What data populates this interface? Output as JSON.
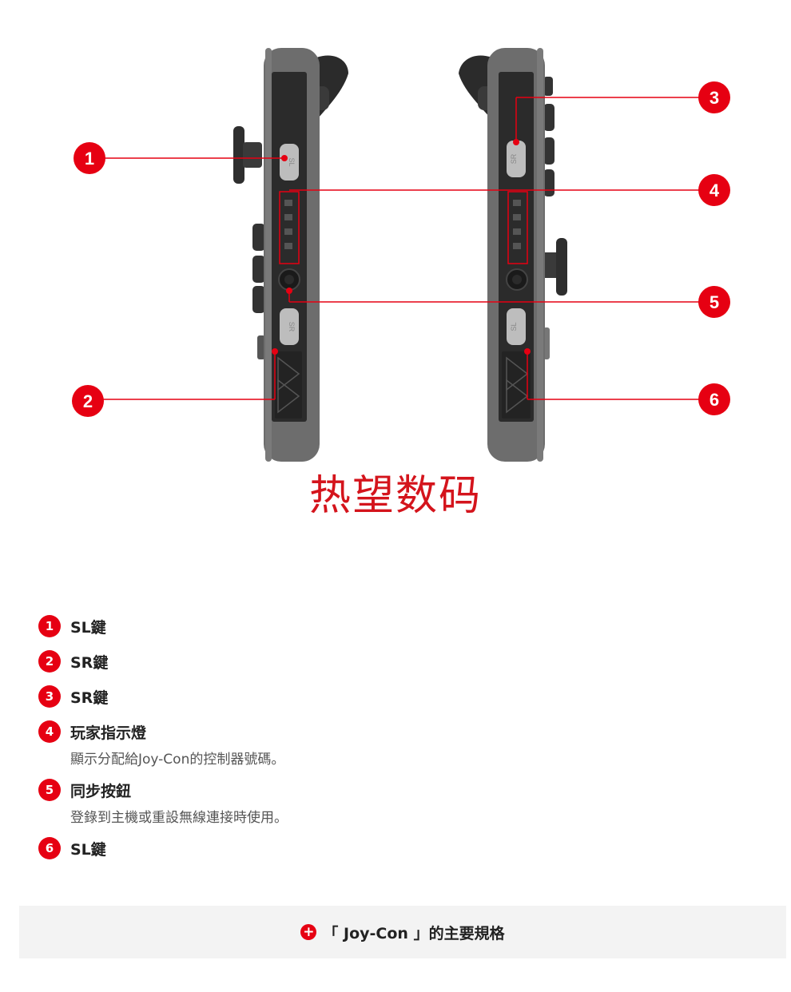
{
  "figure": {
    "callouts": [
      "1",
      "2",
      "3",
      "4",
      "5",
      "6"
    ],
    "button_labels": {
      "left_top": "SL",
      "left_bottom": "SR",
      "right_top": "SR",
      "right_bottom": "SL"
    },
    "watermark": "热望数码",
    "colors": {
      "accent": "#e60012",
      "controller_body": "#6d6d6d",
      "rail": "#2b2b2b",
      "button": "#bdbdbd"
    }
  },
  "legend": [
    {
      "num": "1",
      "label": "SL鍵",
      "desc": ""
    },
    {
      "num": "2",
      "label": "SR鍵",
      "desc": ""
    },
    {
      "num": "3",
      "label": "SR鍵",
      "desc": ""
    },
    {
      "num": "4",
      "label": "玩家指示燈",
      "desc": "顯示分配給Joy-Con的控制器號碼。"
    },
    {
      "num": "5",
      "label": "同步按鈕",
      "desc": "登錄到主機或重設無線連接時使用。"
    },
    {
      "num": "6",
      "label": "SL鍵",
      "desc": ""
    }
  ],
  "specs": {
    "icon": "plus-circle-icon",
    "label": "「 Joy-Con 」的主要規格"
  }
}
